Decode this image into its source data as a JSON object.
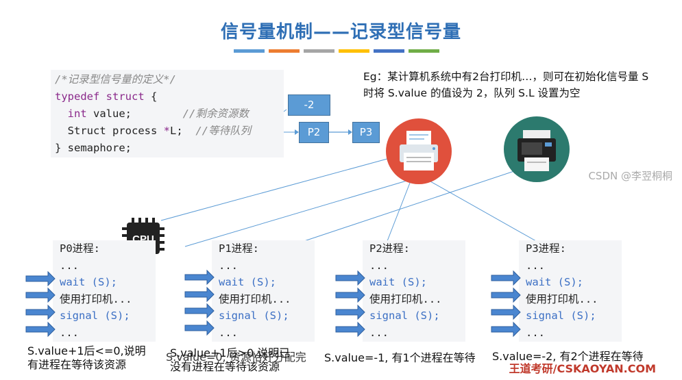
{
  "title": "信号量机制——记录型信号量",
  "title_bar_colors": [
    "#5b9bd5",
    "#ed7d31",
    "#a5a5a5",
    "#ffc000",
    "#4472c4",
    "#70ad47"
  ],
  "code": {
    "line1": "/*记录型信号量的定义*/",
    "line2_kw": "typedef struct",
    "line2_rest": " {",
    "line3_type": "int",
    "line3_rest": " value;",
    "line3_comment": "//剩余资源数",
    "line4_pre": "  Struct process ",
    "line4_ptr": "*",
    "line4_post": "L;",
    "line4_comment": "//等待队列",
    "line5": "} semaphore;"
  },
  "value_box": "-2",
  "queue": [
    "P2",
    "P3"
  ],
  "eg_text": "Eg：某计算机系统中有2台打印机…，则可在初始化信号量 S 时将 S.value 的值设为 2，队列 S.L 设置为空",
  "cpu_label": "CPU",
  "processes": [
    {
      "name": "P0进程:",
      "l1": "...",
      "wait": "wait (S);",
      "use": "使用打印机...",
      "signal": "signal (S);",
      "l5": "..."
    },
    {
      "name": "P1进程:",
      "l1": "...",
      "wait": "wait (S);",
      "use": "使用打印机...",
      "signal": "signal (S);",
      "l5": "..."
    },
    {
      "name": "P2进程:",
      "l1": "...",
      "wait": "wait (S);",
      "use": "使用打印机...",
      "signal": "signal (S);",
      "l5": "..."
    },
    {
      "name": "P3进程:",
      "l1": "...",
      "wait": "wait (S);",
      "use": "使用打印机...",
      "signal": "signal (S);",
      "l5": "..."
    }
  ],
  "notes": {
    "p0_line1": "S.value+1后<=0,说明",
    "p0_line2": "有进程在等待该资源",
    "p1_line1": "S.value+1后>0,说明已",
    "p1_line2": "没有进程在等待该资源",
    "p1_overlay": "S.value=0, 资源恰好分配完",
    "p2": "S.value=-1, 有1个进程在等待",
    "p3": "S.value=-2, 有2个进程在等待"
  },
  "brand": "王道考研/CSKAOYAN.COM",
  "csdn": "CSDN @李翌桐桐"
}
